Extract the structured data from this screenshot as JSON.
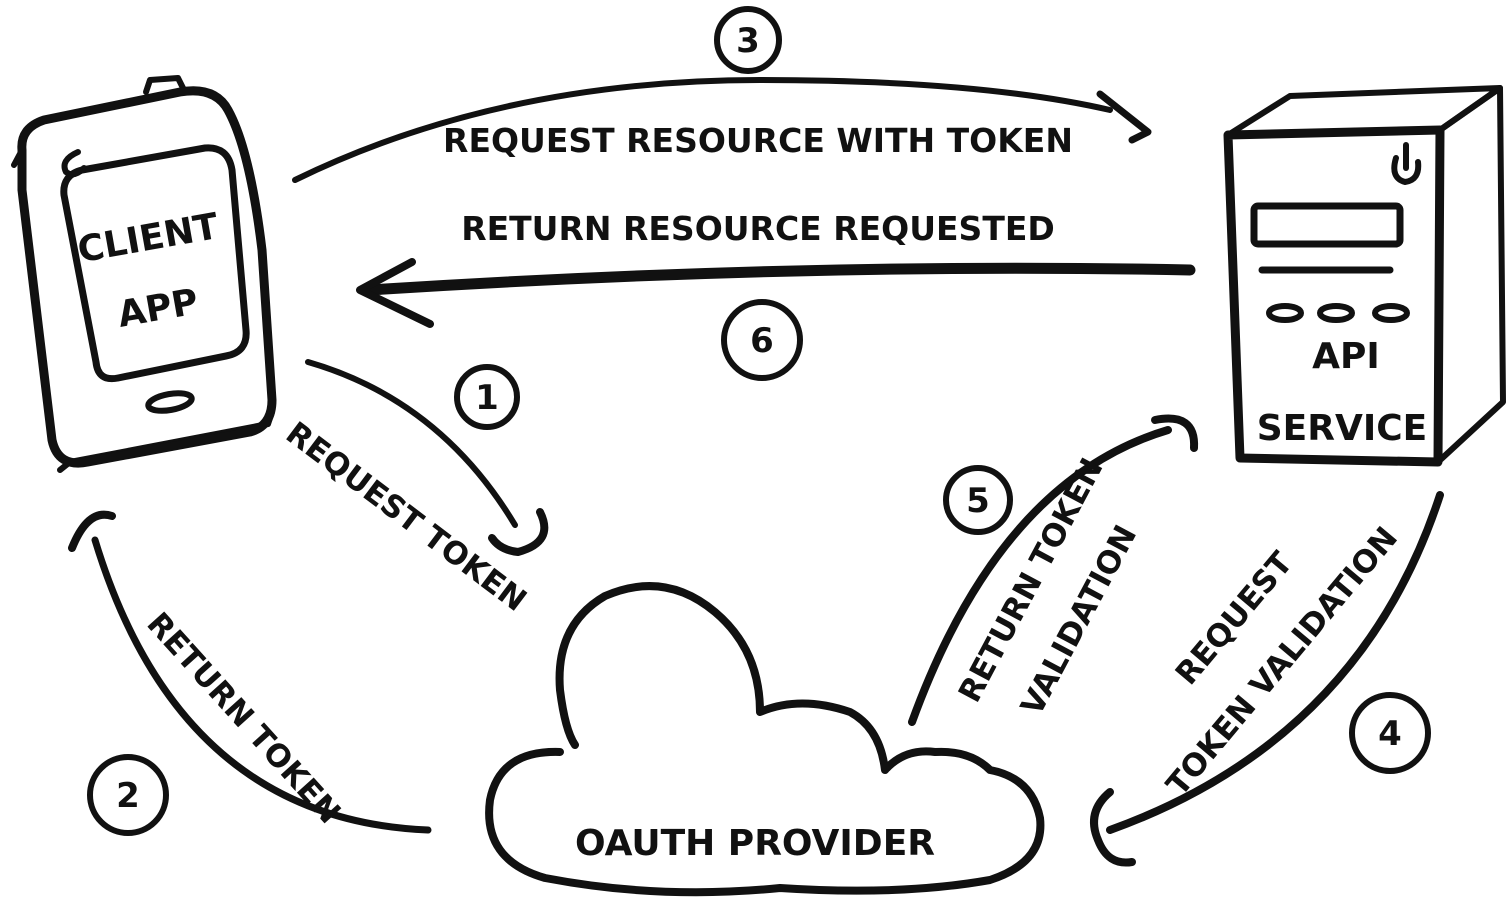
{
  "colors": {
    "ink": "#111111",
    "background": "#ffffff"
  },
  "nodes": {
    "client": {
      "line1": "CLIENT",
      "line2": "APP",
      "icon": "mobile-phone-icon"
    },
    "api": {
      "line1": "API",
      "line2": "SERVICE",
      "icon": "server-tower-icon"
    },
    "provider": {
      "label": "OAUTH PROVIDER",
      "icon": "cloud-icon"
    }
  },
  "steps": [
    {
      "number": "1",
      "label": "REQUEST TOKEN"
    },
    {
      "number": "2",
      "label": "RETURN TOKEN"
    },
    {
      "number": "3",
      "label": "REQUEST RESOURCE WITH TOKEN"
    },
    {
      "number": "4",
      "line1": "REQUEST",
      "line2": "TOKEN VALIDATION"
    },
    {
      "number": "5",
      "line1": "RETURN TOKEN",
      "line2": "VALIDATION"
    },
    {
      "number": "6",
      "label": "RETURN RESOURCE REQUESTED"
    }
  ]
}
